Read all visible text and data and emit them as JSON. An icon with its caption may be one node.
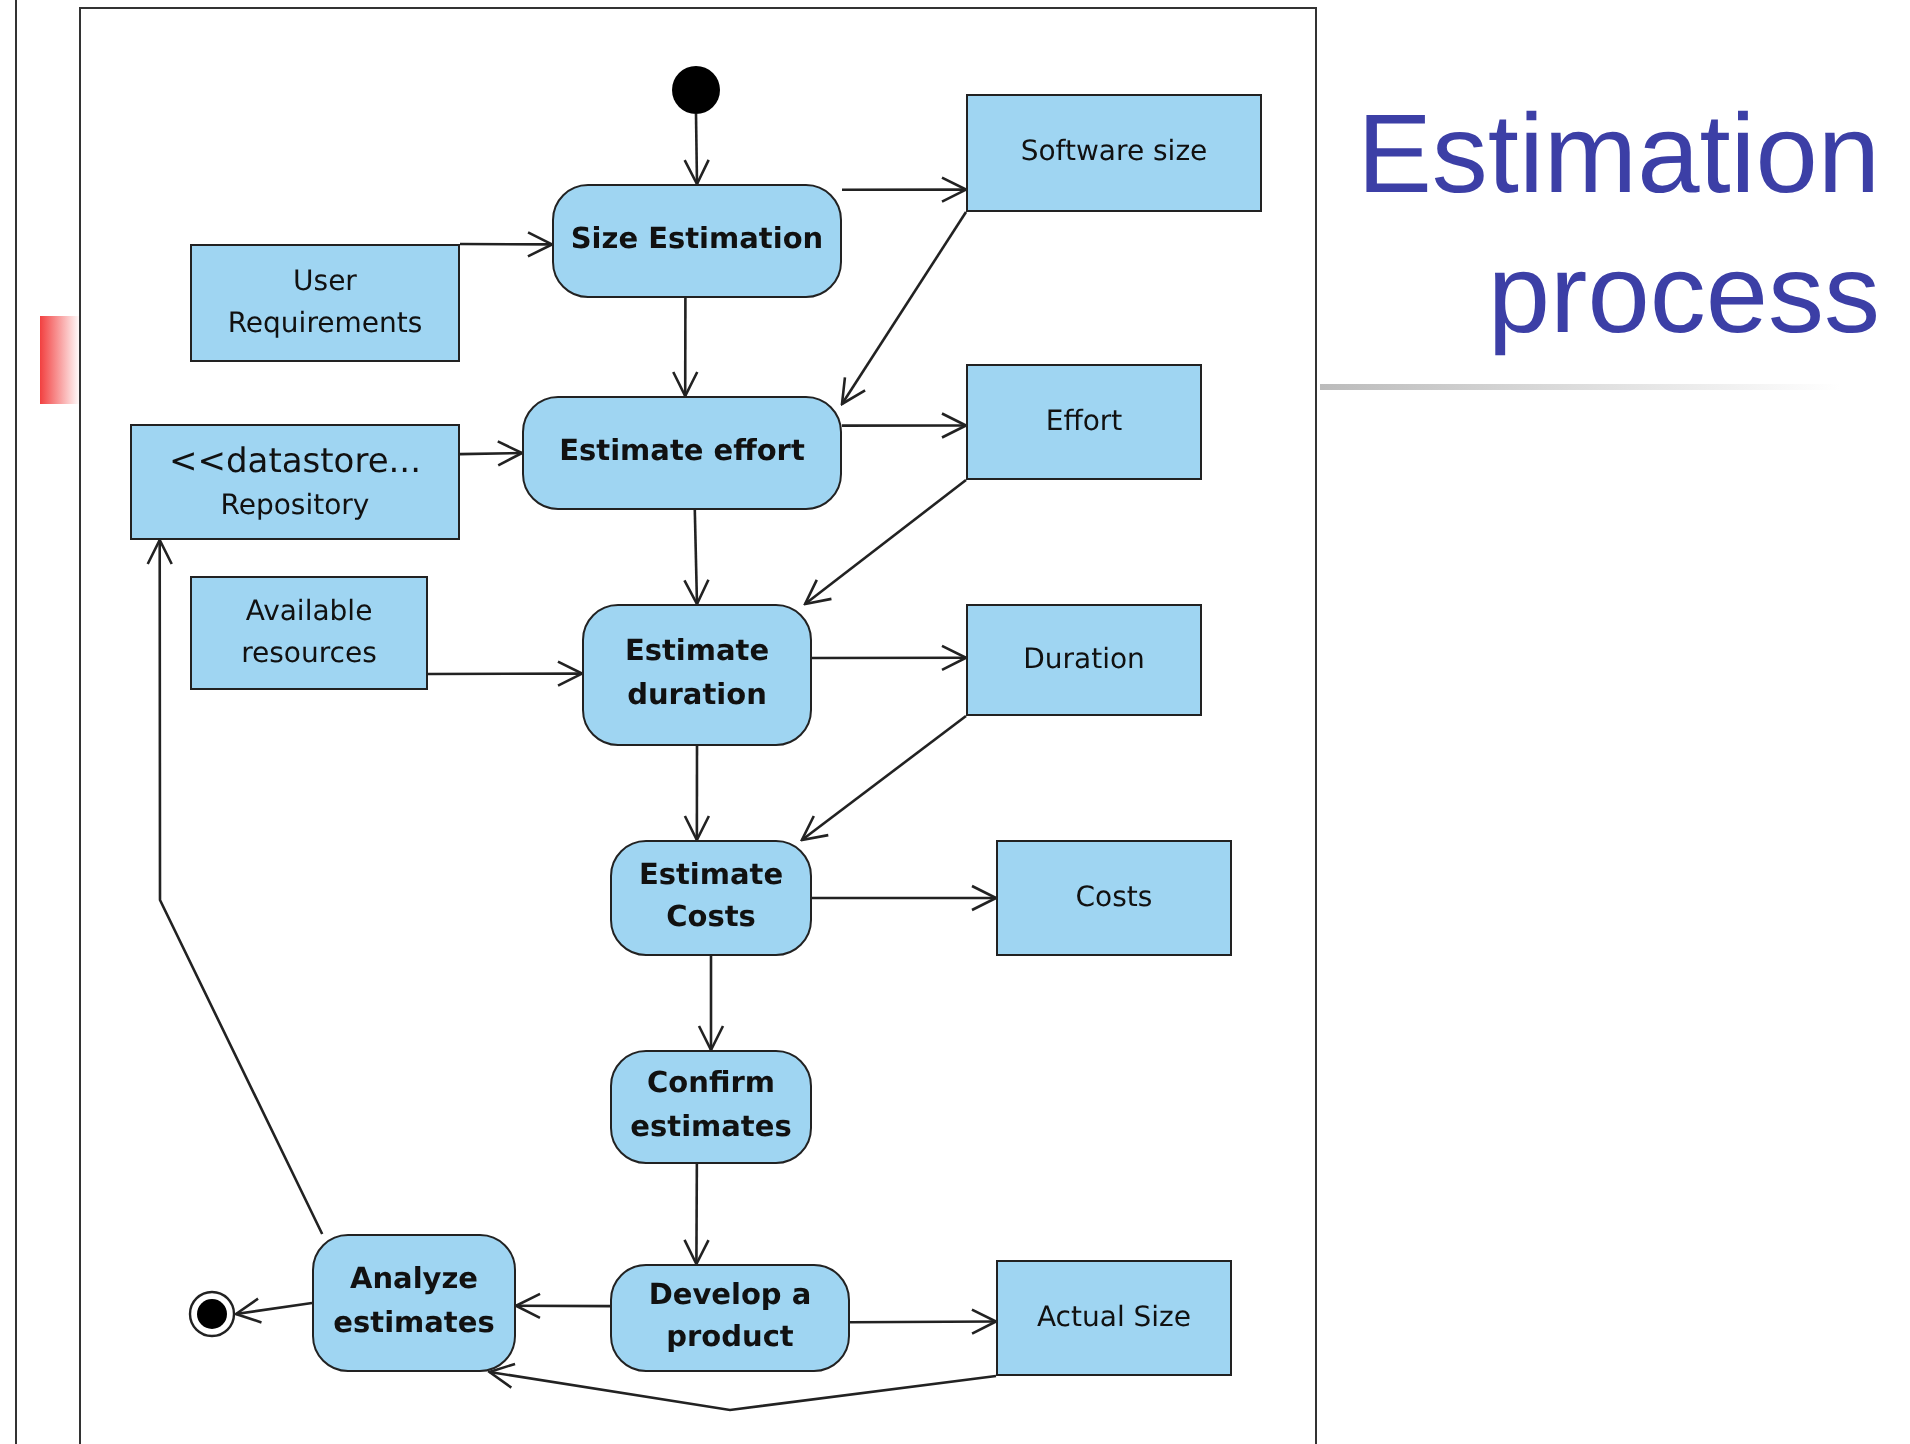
{
  "diagram": {
    "title": "Estimation process",
    "nodes": [
      {
        "text": [],
        "shape": "circle"
      },
      {
        "text": [
          "Size Estimation"
        ]
      },
      {
        "text": [
          "Software size"
        ]
      },
      {
        "text": [
          "User Requirements"
        ]
      },
      {
        "text": [
          "<<datastore...",
          "Repository"
        ]
      },
      {
        "text": [
          "Estimate effort"
        ]
      },
      {
        "text": [
          "Effort"
        ]
      },
      {
        "text": [
          "Available resources"
        ]
      },
      {
        "text": [
          "Estimate duration"
        ]
      },
      {
        "text": [
          "Duration"
        ]
      },
      {
        "text": [
          "Estimate Costs"
        ]
      },
      {
        "text": [
          "Costs"
        ]
      },
      {
        "text": [
          "Confirm estimates"
        ]
      },
      {
        "text": [
          "Analyze estimates"
        ]
      },
      {
        "text": [
          "Develop a product"
        ]
      },
      {
        "text": [
          "Actual Size"
        ]
      },
      {
        "text": [],
        "shape": "bullseye"
      }
    ],
    "edges": [
      {
        "from": 0,
        "to": 1,
        "arrow": "to"
      },
      {
        "from": 1,
        "to": 2,
        "arrow": "to"
      },
      {
        "from": 3,
        "to": 1,
        "arrow": "to"
      },
      {
        "from": 1,
        "to": 5,
        "arrow": "to"
      },
      {
        "from": 2,
        "to": 5,
        "arrow": "to"
      },
      {
        "from": 4,
        "to": 5,
        "arrow": "to"
      },
      {
        "from": 5,
        "to": 6,
        "arrow": "to"
      },
      {
        "from": 5,
        "to": 8,
        "arrow": "to"
      },
      {
        "from": 6,
        "to": 8,
        "arrow": "to"
      },
      {
        "from": 7,
        "to": 8,
        "arrow": "to"
      },
      {
        "from": 8,
        "to": 9,
        "arrow": "to"
      },
      {
        "from": 8,
        "to": 10,
        "arrow": "to"
      },
      {
        "from": 9,
        "to": 10,
        "arrow": "to"
      },
      {
        "from": 10,
        "to": 11,
        "arrow": "to"
      },
      {
        "from": 10,
        "to": 12,
        "arrow": "to"
      },
      {
        "from": 12,
        "to": 14,
        "arrow": "to"
      },
      {
        "from": 14,
        "to": 13,
        "arrow": "to"
      },
      {
        "from": 14,
        "to": 15,
        "arrow": "to"
      },
      {
        "from": 15,
        "to": 13,
        "arrow": "to"
      },
      {
        "from": 13,
        "to": 16,
        "arrow": "to"
      },
      {
        "from": 13,
        "to": 4,
        "arrow": "to"
      }
    ]
  }
}
